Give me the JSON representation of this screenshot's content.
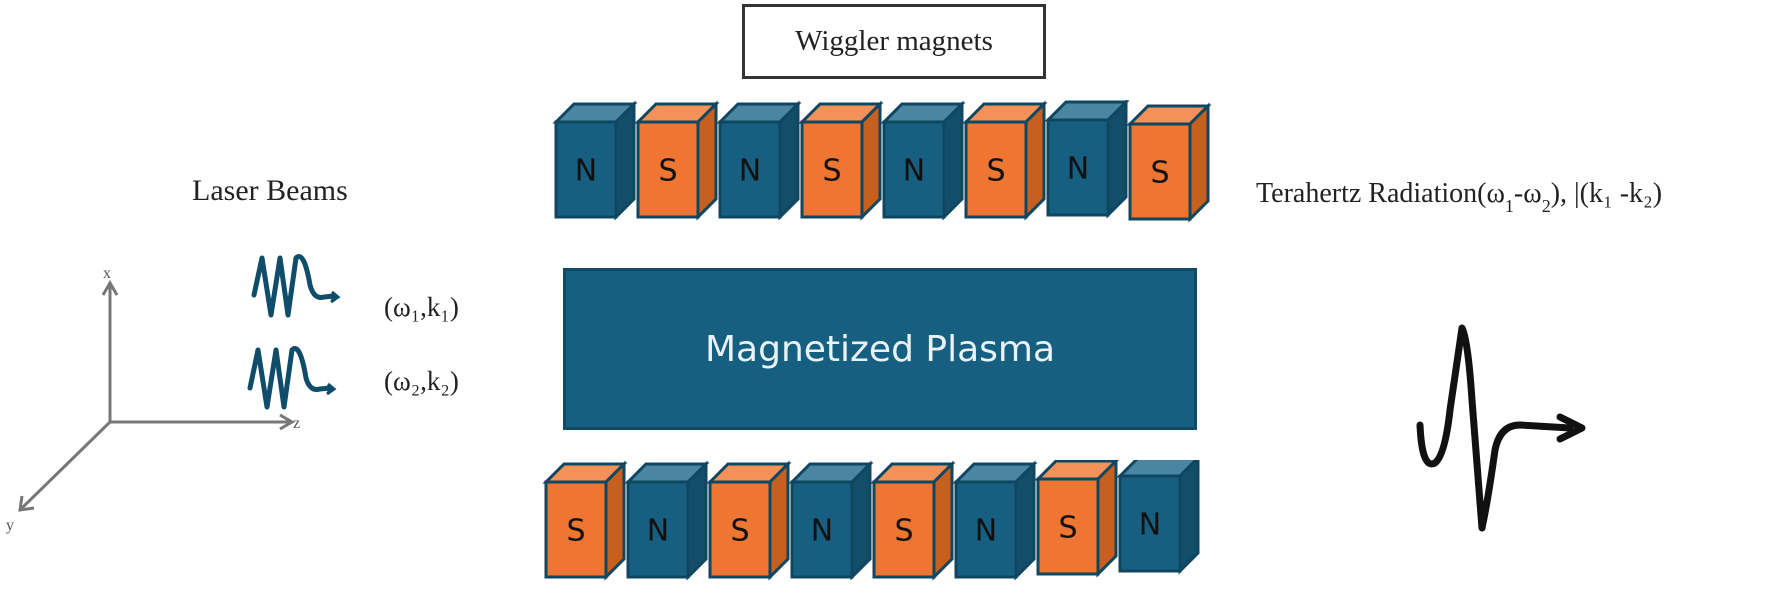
{
  "title_box": "Wiggler magnets",
  "laser": {
    "title": "Laser Beams",
    "beams": [
      {
        "label": "(ω₁,k₁)"
      },
      {
        "label": "(ω₂,k₂)"
      }
    ]
  },
  "axes": {
    "x": "x",
    "y": "y",
    "z": "z"
  },
  "plasma": {
    "label": "Magnetized Plasma"
  },
  "thz": {
    "prefix": "Terahertz Radiation(ω",
    "sub1": "1",
    "mid": "-ω",
    "sub2": "2",
    "suffix": "), |(k₁ -k₂)"
  },
  "magnets": {
    "top": [
      "N",
      "S",
      "N",
      "S",
      "N",
      "S",
      "N",
      "S"
    ],
    "bottom": [
      "S",
      "N",
      "S",
      "N",
      "S",
      "N",
      "S",
      "N"
    ]
  },
  "colors": {
    "north": "#175f80",
    "north_top": "#4a86a3",
    "north_side": "#124d69",
    "south": "#ee7532",
    "south_top": "#f29158",
    "south_side": "#c7601f",
    "outline": "#0f4660",
    "wave": "#0f4d6b"
  }
}
